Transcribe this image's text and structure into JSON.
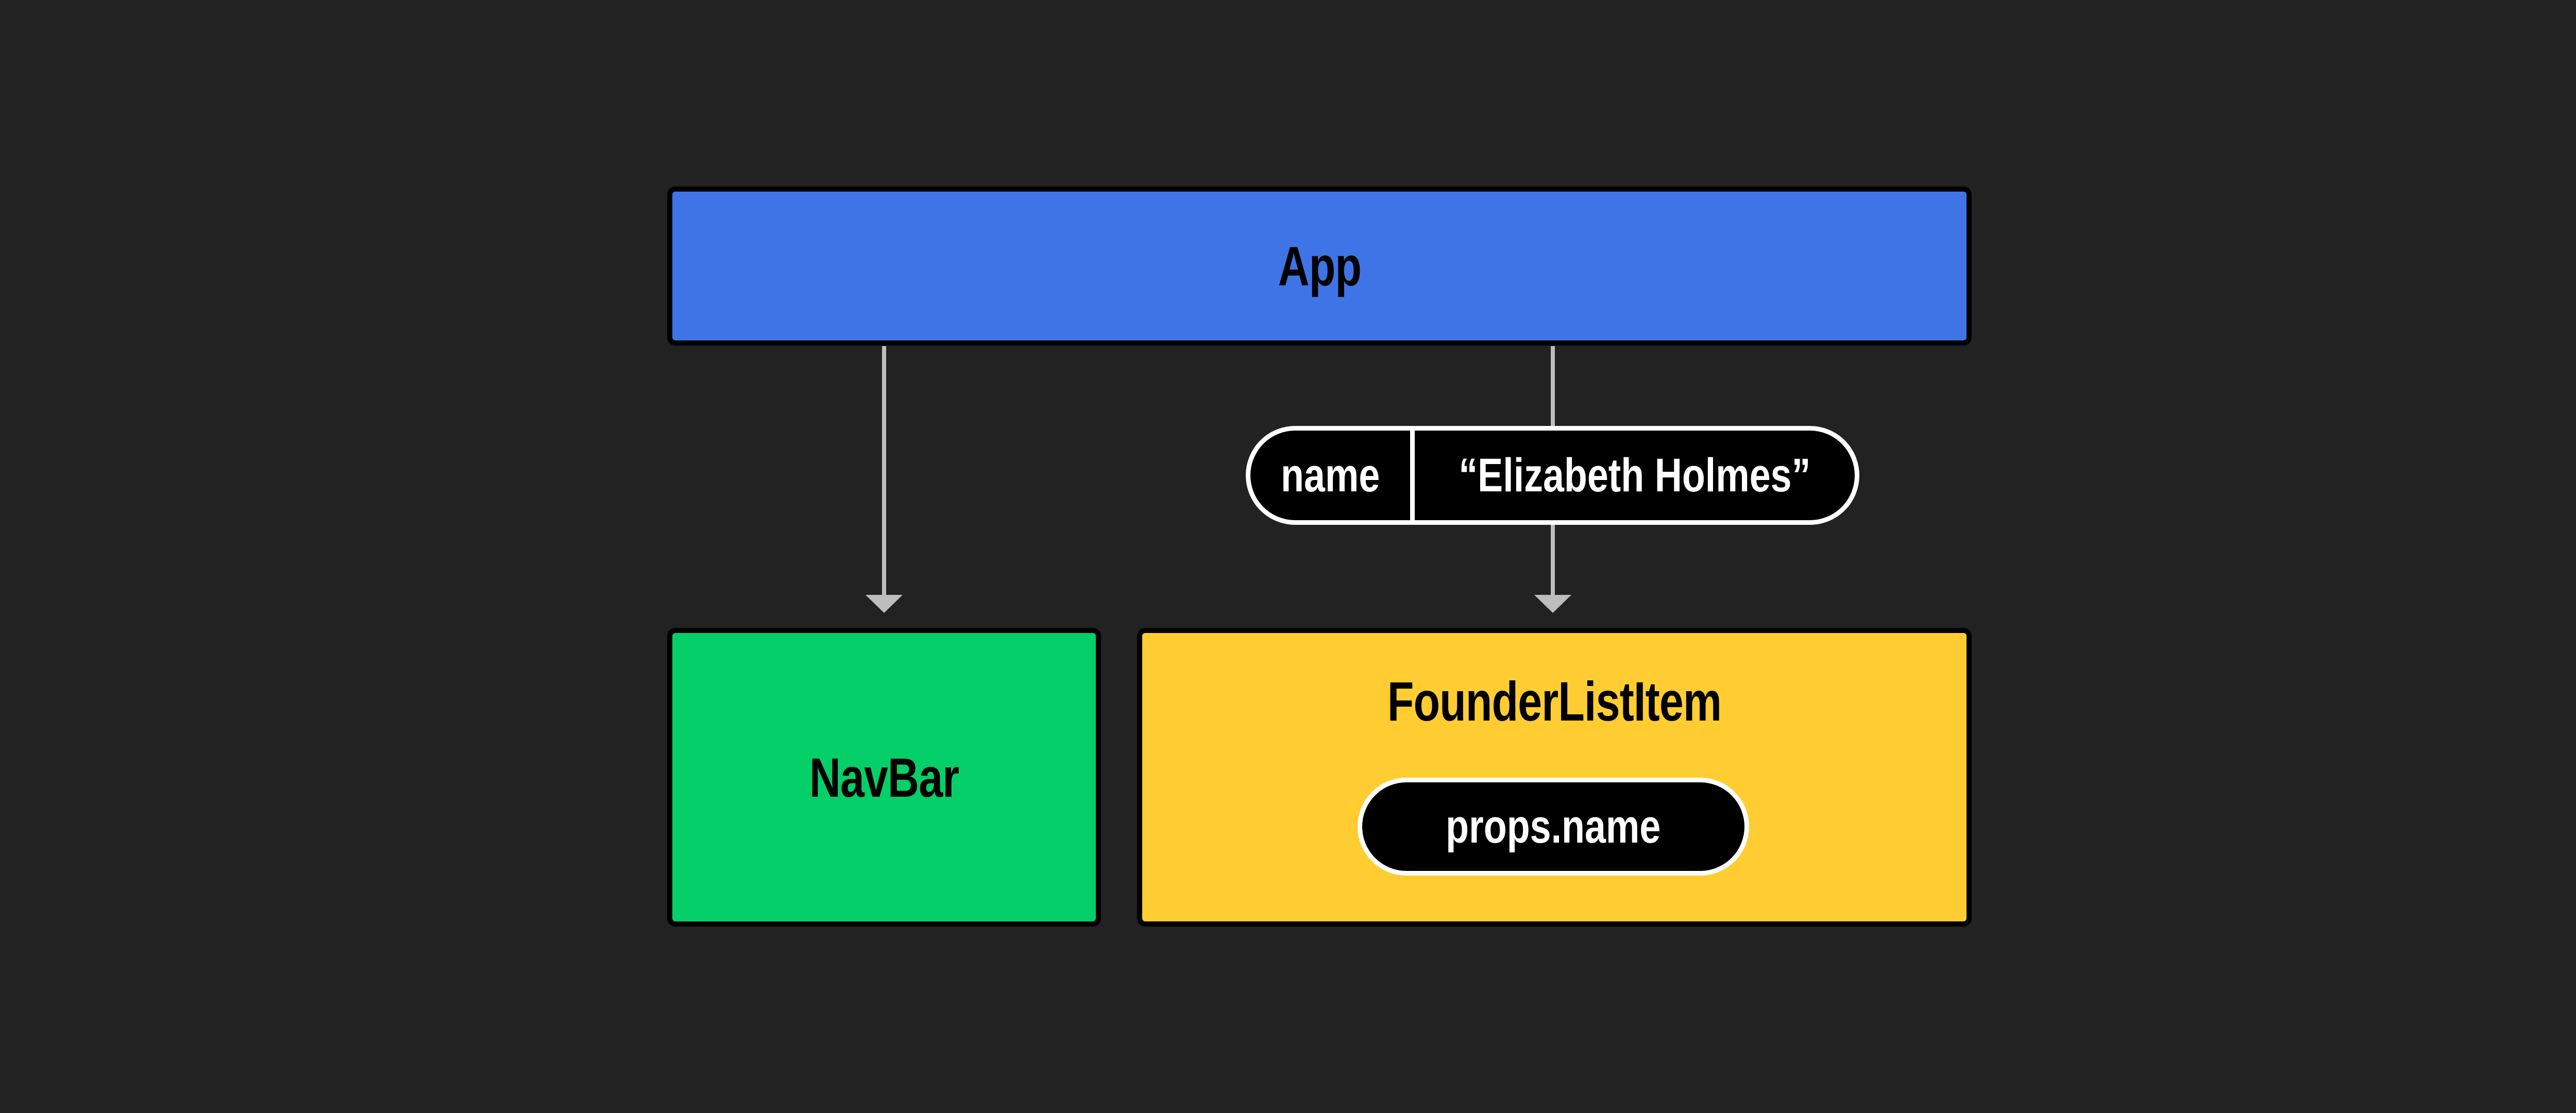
{
  "diagram": {
    "background_color": "#222222",
    "nodes": {
      "app": {
        "label": "App",
        "color": "#3f74e6"
      },
      "navbar": {
        "label": "NavBar",
        "color": "#04cf69"
      },
      "founder_list_item": {
        "label": "FounderListItem",
        "color": "#ffcd32"
      }
    },
    "prop_passed": {
      "key": "name",
      "value": "“Elizabeth Holmes”"
    },
    "prop_usage": {
      "label": "props.name"
    },
    "edges": [
      {
        "from": "App",
        "to": "NavBar"
      },
      {
        "from": "App",
        "to": "FounderListItem",
        "carries": "name"
      }
    ],
    "connector_color": "#bdbdbd"
  }
}
